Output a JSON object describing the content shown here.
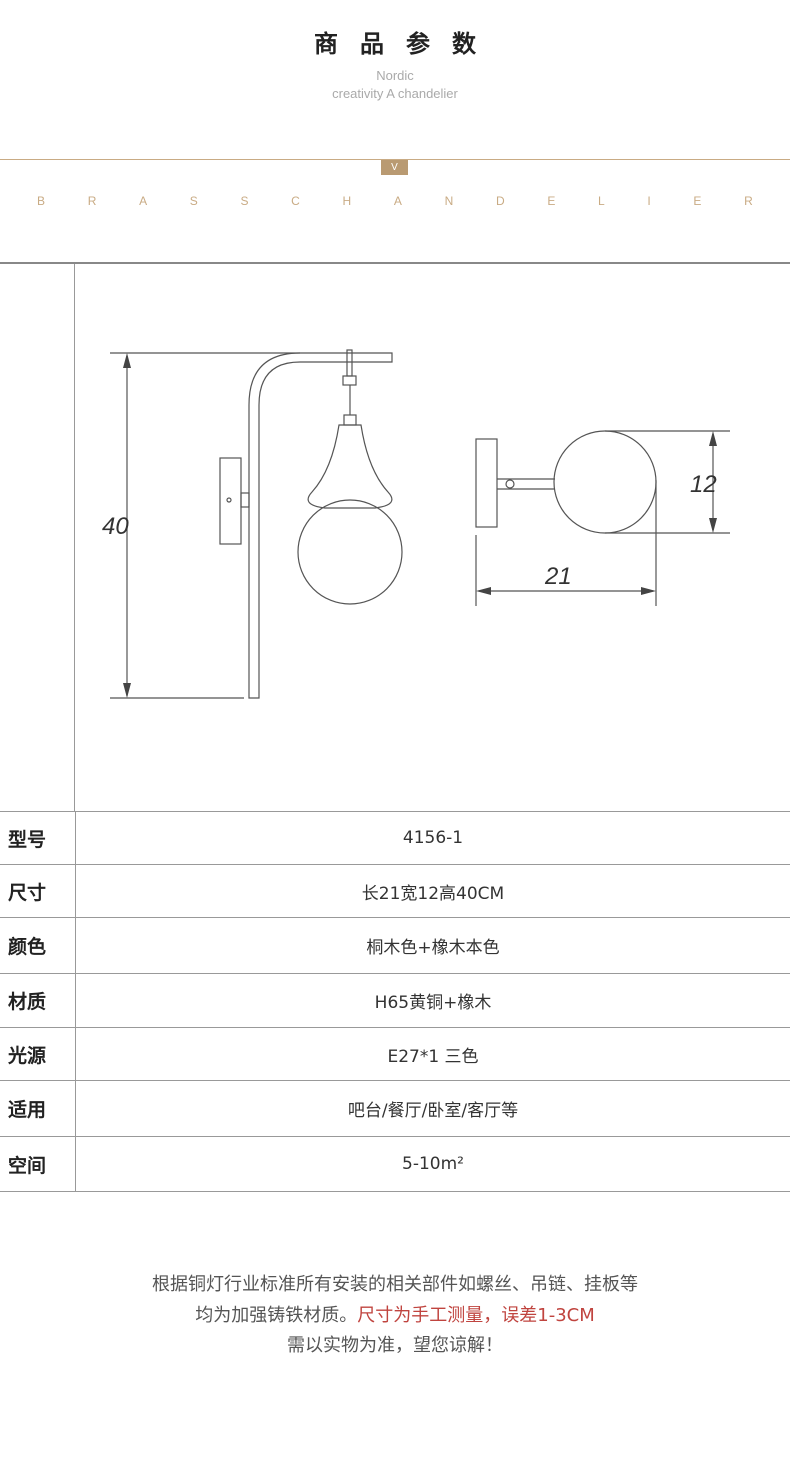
{
  "header": {
    "title": "商品参数",
    "subtitle_line1": "Nordic",
    "subtitle_line2": "creativity A chandelier",
    "tag": "V",
    "brand_letters": [
      "B",
      "R",
      "A",
      "S",
      "S",
      "C",
      "H",
      "A",
      "N",
      "D",
      "E",
      "L",
      "I",
      "E",
      "R"
    ]
  },
  "diagram": {
    "height_label": "40",
    "width_label": "21",
    "depth_label": "12"
  },
  "specs": [
    {
      "label": "型号",
      "value": "4156-1"
    },
    {
      "label": "尺寸",
      "value": "长21宽12高40CM"
    },
    {
      "label": "颜色",
      "value": "桐木色+橡木本色"
    },
    {
      "label": "材质",
      "value": "H65黄铜+橡木"
    },
    {
      "label": "光源",
      "value": "E27*1 三色"
    },
    {
      "label": "适用",
      "value": "吧台/餐厅/卧室/客厅等"
    },
    {
      "label": "空间",
      "value": "5-10m²"
    }
  ],
  "note": {
    "line1": "根据铜灯行业标准所有安装的相关部件如螺丝、吊链、挂板等",
    "line2a": "均为加强铸铁材质。",
    "line2b": "尺寸为手工测量，误差1-3CM",
    "line3": "需以实物为准，望您谅解！"
  },
  "colors": {
    "accent": "#c9ab84",
    "tag": "#b99a72",
    "warning": "#c0443f"
  }
}
